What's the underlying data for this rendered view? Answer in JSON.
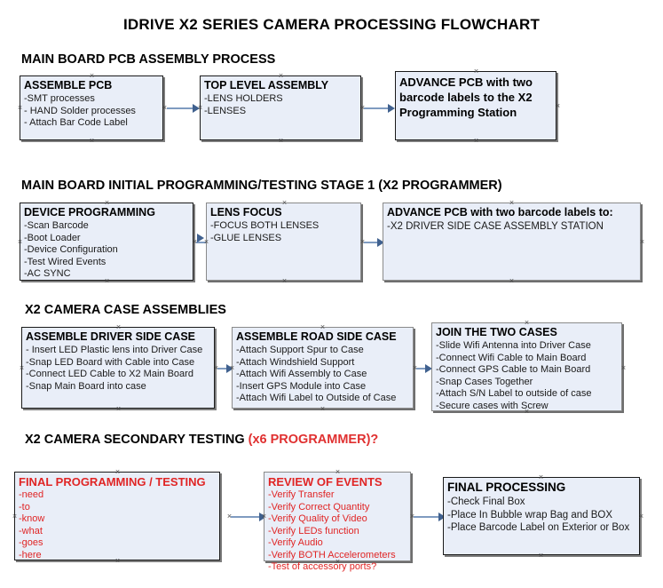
{
  "document": {
    "title": "IDRIVE X2  SERIES CAMERA PROCESSING FLOWCHART"
  },
  "colors": {
    "box_fill": "#e9eef8",
    "box_border": "#1a1a1a",
    "box_shadow": "#7d7d7d",
    "connector": "#7f9bc0",
    "arrow_head": "#40618f",
    "accent_red": "#e02525",
    "text": "#000000"
  },
  "sections": [
    {
      "heading": "MAIN BOARD PCB ASSEMBLY PROCESS",
      "heading_accent": "",
      "boxes": [
        {
          "title": "ASSEMBLE PCB",
          "lines": [
            "-SMT processes",
            "- HAND Solder processes",
            "- Attach Bar Code Label"
          ]
        },
        {
          "title": "TOP LEVEL ASSEMBLY",
          "lines": [
            "-LENS HOLDERS",
            "-LENSES"
          ]
        },
        {
          "title": "ADVANCE PCB with two barcode labels to the  X2 Programming Station",
          "lines": []
        }
      ]
    },
    {
      "heading": "MAIN BOARD INITIAL PROGRAMMING/TESTING STAGE 1 (X2 PROGRAMMER)",
      "heading_accent": "",
      "boxes": [
        {
          "title": "DEVICE PROGRAMMING",
          "lines": [
            "-Scan Barcode",
            "-Boot Loader",
            "-Device Configuration",
            "-Test Wired Events",
            "-AC SYNC"
          ]
        },
        {
          "title": "LENS FOCUS",
          "lines": [
            "-FOCUS BOTH LENSES",
            "-GLUE LENSES"
          ]
        },
        {
          "title": "ADVANCE PCB with two barcode labels to:",
          "lines": [
            "-X2 DRIVER  SIDE  CASE  ASSEMBLY STATION"
          ]
        }
      ]
    },
    {
      "heading": "X2 CAMERA CASE ASSEMBLIES",
      "heading_accent": "",
      "boxes": [
        {
          "title": "ASSEMBLE DRIVER SIDE CASE",
          "lines": [
            "- Insert LED Plastic lens into Driver Case",
            "-Snap LED Board with Cable into Case",
            "-Connect LED Cable to X2 Main Board",
            "-Snap Main Board into case"
          ]
        },
        {
          "title": "ASSEMBLE ROAD SIDE CASE",
          "lines": [
            "-Attach Support Spur to Case",
            "-Attach Windshield Support",
            "-Attach Wifi Assembly to Case",
            "-Insert GPS Module into Case",
            "-Attach Wifi Label to Outside of Case"
          ]
        },
        {
          "title": "JOIN THE TWO CASES",
          "lines": [
            "-Slide Wifi Antenna into Driver Case",
            "-Connect Wifi Cable to Main Board",
            "-Connect GPS Cable to Main Board",
            "-Snap Cases Together",
            "-Attach S/N Label to outside of case",
            "-Secure cases with Screw"
          ]
        }
      ]
    },
    {
      "heading": "X2 CAMERA SECONDARY TESTING ",
      "heading_accent": "(x6 PROGRAMMER)?",
      "boxes": [
        {
          "title": "FINAL PROGRAMMING / TESTING",
          "lines": [
            "-need",
            "-to",
            "-know",
            "-what",
            "-goes",
            "-here"
          ]
        },
        {
          "title": "REVIEW OF EVENTS",
          "lines": [
            "-Verify Transfer",
            "-Verify Correct Quantity",
            "-Verify Quality of Video",
            "-Verify LEDs function",
            "-Verify Audio",
            "-Verify BOTH Accelerometers",
            "-Test of accessory ports?"
          ]
        },
        {
          "title": "FINAL PROCESSING",
          "lines": [
            "-Check Final Box",
            "-Place In Bubble wrap Bag and BOX",
            "-Place Barcode Label on Exterior or Box"
          ]
        }
      ]
    }
  ]
}
